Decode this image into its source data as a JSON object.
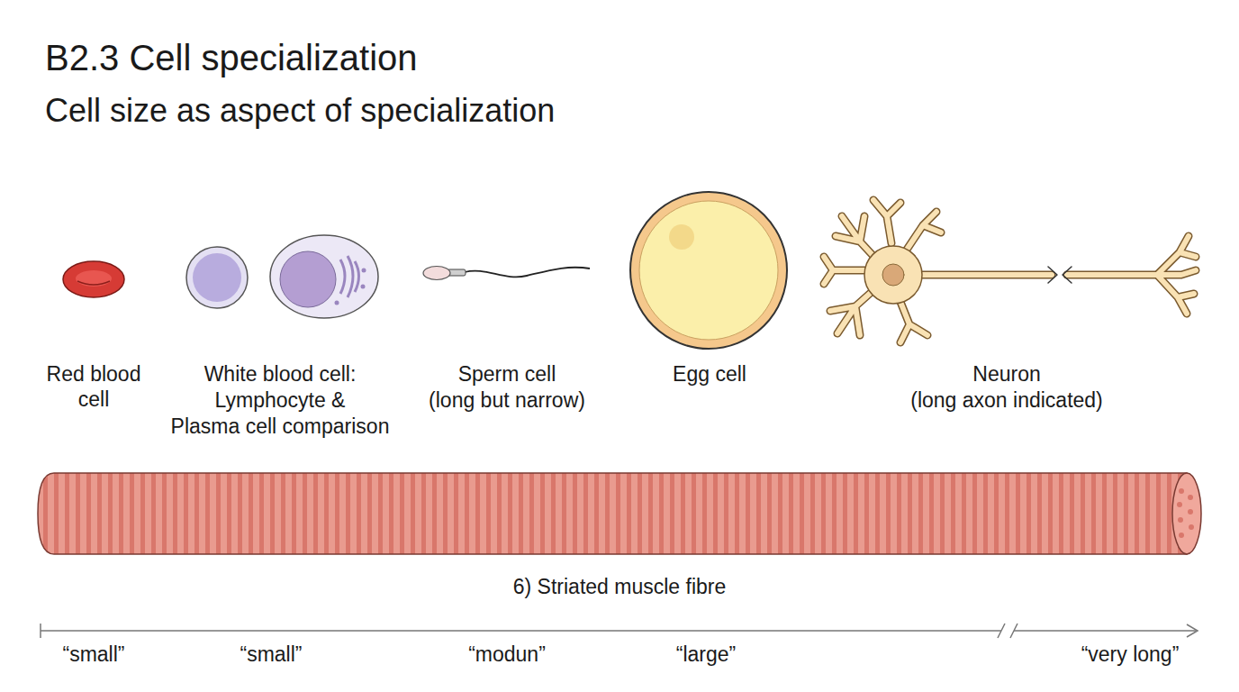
{
  "diagram": {
    "title": "B2.3 Cell specialization",
    "labels": [
      "Cell size as aspect of specialization",
      "Red blood cell",
      "White blood cell:",
      "Lymphocyte &",
      "Plasma cell comparison",
      "Sperm cell",
      "(long but narrow)",
      "Egg cell",
      "Neuron",
      "(long axon indicated)",
      "6) Striated muscle fibre",
      "“small”",
      "“small”",
      "“modun”",
      "“large”",
      "“very long”"
    ]
  }
}
